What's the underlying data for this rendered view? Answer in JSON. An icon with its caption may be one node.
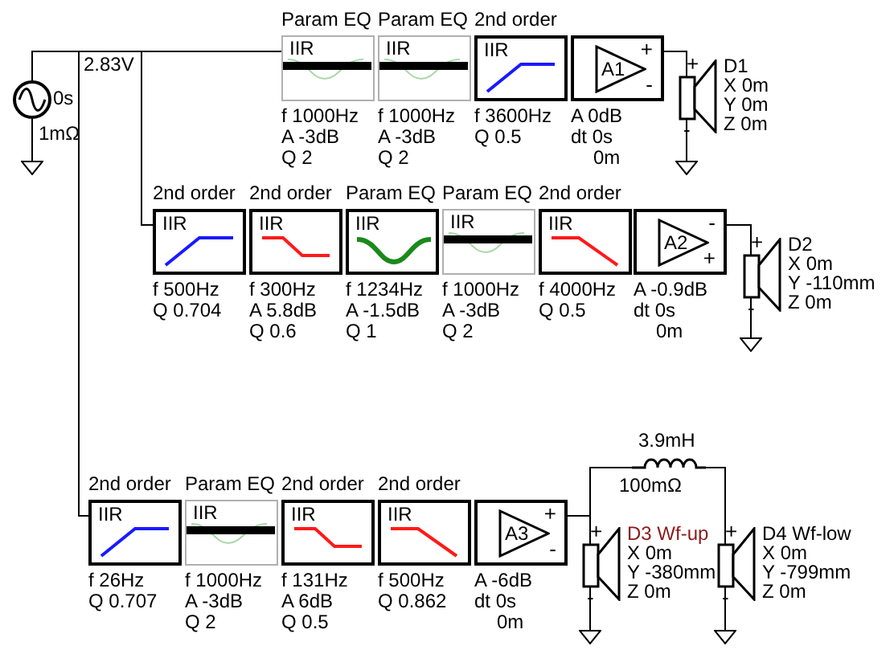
{
  "diagram": {
    "nodes": [
      {
        "text": [],
        "shape": "circle",
        "beside": [
          "2.83V",
          "0s",
          "1mΩ"
        ]
      },
      {
        "text": [],
        "shape": "ground"
      },
      {
        "text": [
          "Param EQ",
          "IIR"
        ],
        "beside": [
          "f 1000Hz",
          "A -3dB",
          "Q 2"
        ]
      },
      {
        "text": [
          "Param EQ",
          "IIR"
        ],
        "beside": [
          "f 1000Hz",
          "A -3dB",
          "Q 2"
        ]
      },
      {
        "text": [
          "2nd order",
          "IIR"
        ],
        "beside": [
          "f 3600Hz",
          "Q 0.5"
        ]
      },
      {
        "text": [
          "A1",
          "+",
          "-"
        ],
        "beside": [
          "A 0dB",
          "dt 0s",
          "0m"
        ]
      },
      {
        "text": [],
        "shape": "speaker",
        "beside": [
          "+",
          "-",
          "D1",
          "X 0m",
          "Y 0m",
          "Z 0m"
        ]
      },
      {
        "text": [],
        "shape": "ground"
      },
      {
        "text": [
          "2nd order",
          "IIR"
        ],
        "beside": [
          "f 500Hz",
          "Q 0.704"
        ]
      },
      {
        "text": [
          "2nd order",
          "IIR"
        ],
        "beside": [
          "f 300Hz",
          "A 5.8dB",
          "Q 0.6"
        ]
      },
      {
        "text": [
          "Param EQ",
          "IIR"
        ],
        "beside": [
          "f 1234Hz",
          "A -1.5dB",
          "Q 1"
        ]
      },
      {
        "text": [
          "Param EQ",
          "IIR"
        ],
        "beside": [
          "f 1000Hz",
          "A -3dB",
          "Q 2"
        ]
      },
      {
        "text": [
          "2nd order",
          "IIR"
        ],
        "beside": [
          "f 4000Hz",
          "Q 0.5"
        ]
      },
      {
        "text": [
          "A2",
          "-",
          "+"
        ],
        "beside": [
          "A -0.9dB",
          "dt 0s",
          "0m"
        ]
      },
      {
        "text": [],
        "shape": "speaker",
        "beside": [
          "+",
          "-",
          "D2",
          "X 0m",
          "Y -110mm",
          "Z 0m"
        ]
      },
      {
        "text": [],
        "shape": "ground"
      },
      {
        "text": [],
        "shape": "inductor",
        "beside": [
          "3.9mH",
          "100mΩ"
        ]
      },
      {
        "text": [
          "2nd order",
          "IIR"
        ],
        "beside": [
          "f 26Hz",
          "Q 0.707"
        ]
      },
      {
        "text": [
          "Param EQ",
          "IIR"
        ],
        "beside": [
          "f 1000Hz",
          "A -3dB",
          "Q 2"
        ]
      },
      {
        "text": [
          "2nd order",
          "IIR"
        ],
        "beside": [
          "f 131Hz",
          "A 6dB",
          "Q 0.5"
        ]
      },
      {
        "text": [
          "2nd order",
          "IIR"
        ],
        "beside": [
          "f 500Hz",
          "Q 0.862"
        ]
      },
      {
        "text": [
          "A3",
          "+",
          "-"
        ],
        "beside": [
          "A -6dB",
          "dt 0s",
          "0m"
        ]
      },
      {
        "text": [],
        "shape": "speaker",
        "beside": [
          "+",
          "-",
          "D3 Wf-up",
          "X 0m",
          "Y -380mm",
          "Z 0m"
        ]
      },
      {
        "text": [],
        "shape": "speaker",
        "beside": [
          "+",
          "-",
          "D4 Wf-low",
          "X 0m",
          "Y -799mm",
          "Z 0m"
        ]
      },
      {
        "text": [],
        "shape": "ground"
      },
      {
        "text": [],
        "shape": "ground"
      }
    ],
    "edges": [
      {
        "from": 0,
        "to": 2,
        "arrow": "none"
      },
      {
        "from": 0,
        "to": 8,
        "arrow": "none"
      },
      {
        "from": 0,
        "to": 17,
        "arrow": "none"
      },
      {
        "from": 0,
        "to": 1,
        "arrow": "none"
      },
      {
        "from": 5,
        "to": 6,
        "arrow": "none"
      },
      {
        "from": 6,
        "to": 7,
        "arrow": "none"
      },
      {
        "from": 13,
        "to": 14,
        "arrow": "none"
      },
      {
        "from": 14,
        "to": 15,
        "arrow": "none"
      },
      {
        "from": 21,
        "to": 22,
        "arrow": "none"
      },
      {
        "from": 21,
        "to": 16,
        "arrow": "none"
      },
      {
        "from": 16,
        "to": 23,
        "arrow": "none"
      },
      {
        "from": 22,
        "to": 24,
        "arrow": "none"
      },
      {
        "from": 23,
        "to": 25,
        "arrow": "none"
      }
    ]
  }
}
